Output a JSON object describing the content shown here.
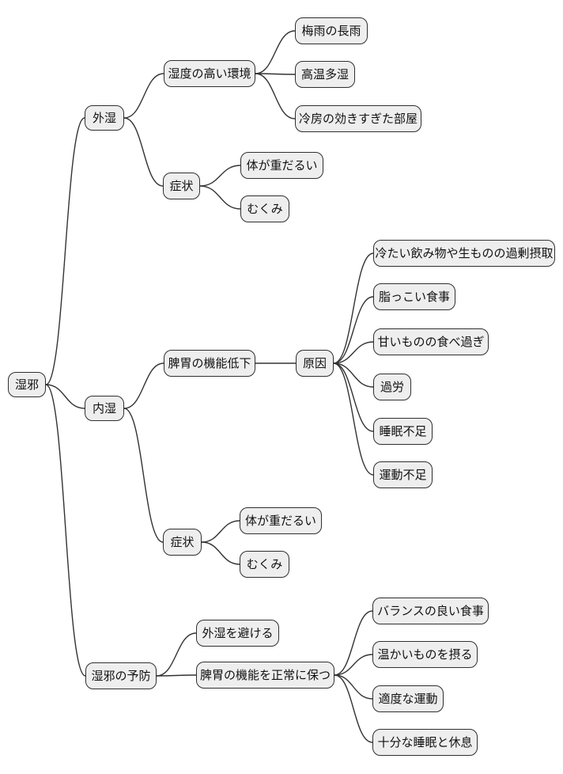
{
  "diagram_type": "mindmap",
  "colors": {
    "node_fill": "#eeeeee",
    "node_border": "#2f2f2f",
    "connector": "#333333",
    "background": "#ffffff",
    "text": "#111111"
  },
  "mindmap": {
    "root": {
      "label": "湿邪"
    },
    "branches": [
      {
        "label": "外湿",
        "children": [
          {
            "label": "湿度の高い環境",
            "children": [
              {
                "label": "梅雨の長雨"
              },
              {
                "label": "高温多湿"
              },
              {
                "label": "冷房の効きすぎた部屋"
              }
            ]
          },
          {
            "label": "症状",
            "children": [
              {
                "label": "体が重だるい"
              },
              {
                "label": "むくみ"
              }
            ]
          }
        ]
      },
      {
        "label": "内湿",
        "children": [
          {
            "label": "脾胃の機能低下",
            "children": [
              {
                "label": "原因",
                "children": [
                  {
                    "label": "冷たい飲み物や生ものの過剰摂取"
                  },
                  {
                    "label": "脂っこい食事"
                  },
                  {
                    "label": "甘いものの食べ過ぎ"
                  },
                  {
                    "label": "過労"
                  },
                  {
                    "label": "睡眠不足"
                  },
                  {
                    "label": "運動不足"
                  }
                ]
              }
            ]
          },
          {
            "label": "症状",
            "children": [
              {
                "label": "体が重だるい"
              },
              {
                "label": "むくみ"
              }
            ]
          }
        ]
      },
      {
        "label": "湿邪の予防",
        "children": [
          {
            "label": "外湿を避ける"
          },
          {
            "label": "脾胃の機能を正常に保つ",
            "children": [
              {
                "label": "バランスの良い食事"
              },
              {
                "label": "温かいものを摂る"
              },
              {
                "label": "適度な運動"
              },
              {
                "label": "十分な睡眠と休息"
              }
            ]
          }
        ]
      }
    ]
  }
}
